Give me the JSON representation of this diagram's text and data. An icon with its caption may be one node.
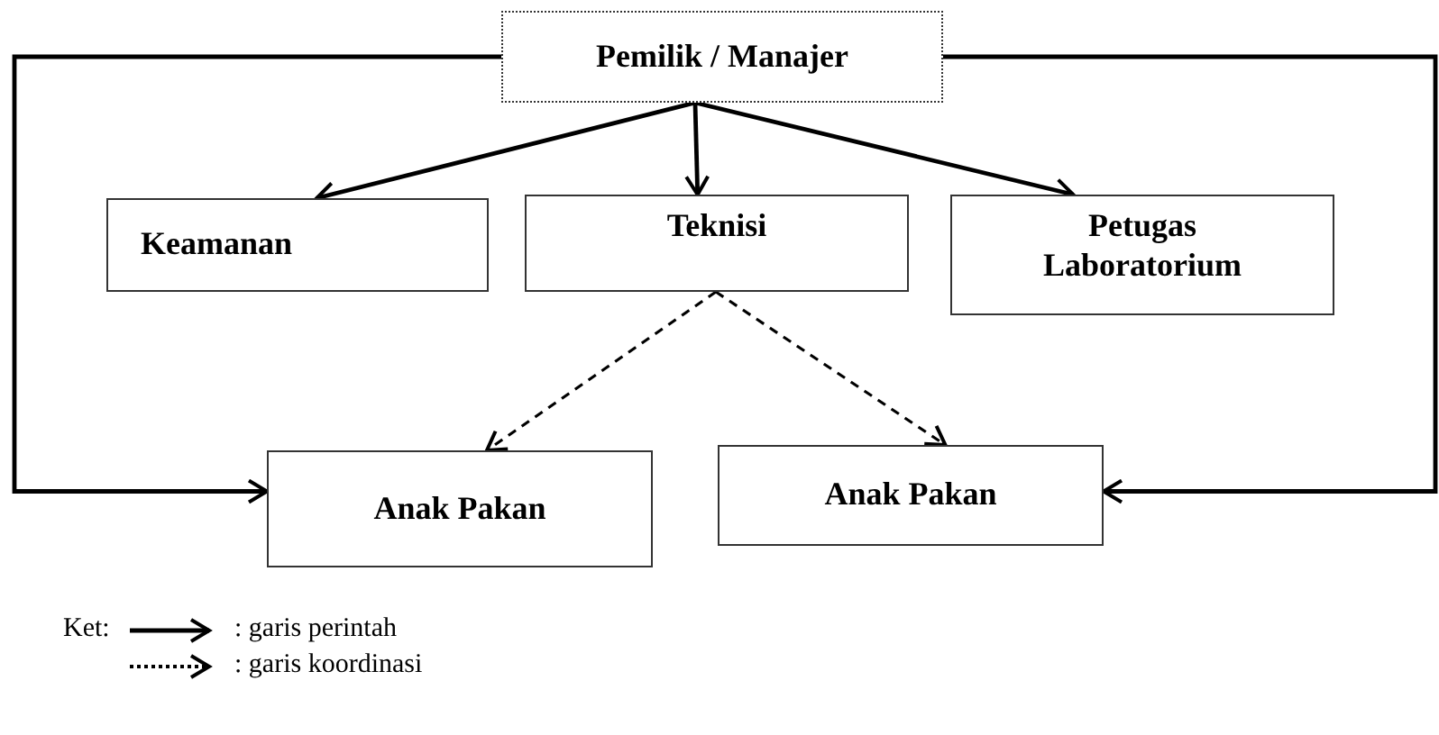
{
  "diagram": {
    "nodes": [
      {
        "text": [
          "Pemilik / Manajer"
        ]
      },
      {
        "text": [
          "Keamanan"
        ]
      },
      {
        "text": [
          "Teknisi"
        ]
      },
      {
        "text": [
          "Petugas Laboratorium"
        ]
      },
      {
        "text": [
          "Anak Pakan"
        ]
      },
      {
        "text": [
          "Anak Pakan"
        ]
      }
    ],
    "edges": [
      {
        "from": 0,
        "to": 1,
        "arrow": "to"
      },
      {
        "from": 0,
        "to": 2,
        "arrow": "to"
      },
      {
        "from": 0,
        "to": 3,
        "arrow": "to"
      },
      {
        "from": 2,
        "to": 4,
        "arrow": "to",
        "style": "dashed"
      },
      {
        "from": 2,
        "to": 5,
        "arrow": "to",
        "style": "dashed"
      },
      {
        "from": 0,
        "to": 4,
        "arrow": "to"
      },
      {
        "from": 0,
        "to": 5,
        "arrow": "to"
      }
    ],
    "labels": [
      "Ket:"
    ],
    "legend": [
      {
        "text": ": garis perintah"
      },
      {
        "text": ": garis koordinasi"
      }
    ]
  }
}
